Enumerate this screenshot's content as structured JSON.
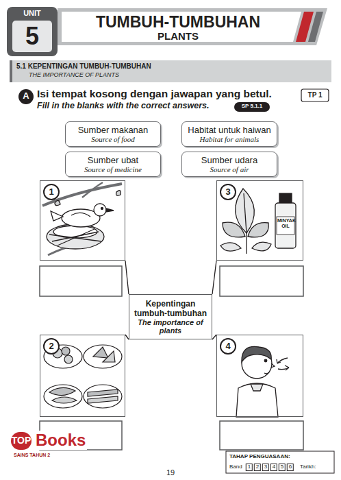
{
  "diagram": {
    "title": "TUMBUH-TUMBUHAN",
    "nodes": [
      {
        "text": [
          "Sumber makanan",
          "Source of food"
        ]
      },
      {
        "text": [
          "Habitat untuk haiwan",
          "Habitat for animals"
        ]
      },
      {
        "text": [
          "Sumber ubat",
          "Source of medicine"
        ]
      },
      {
        "text": [
          "Sumber udara",
          "Source of air"
        ]
      },
      {
        "text": [
          "1"
        ]
      },
      {
        "text": [
          "3"
        ]
      },
      {
        "text": [
          "Kepentingan tumbuh-tumbuhan",
          "The importance of plants"
        ]
      },
      {
        "text": [
          "2"
        ]
      },
      {
        "text": [
          "4"
        ]
      }
    ],
    "edges": [
      {
        "from": 6,
        "to": 4,
        "arrow": "none"
      },
      {
        "from": 6,
        "to": 5,
        "arrow": "none"
      },
      {
        "from": 6,
        "to": 7,
        "arrow": "none"
      },
      {
        "from": 6,
        "to": 8,
        "arrow": "none"
      }
    ],
    "labels": [
      "UNIT",
      "5",
      "PLANTS",
      "5.1 KEPENTINGAN TUMBUH-TUMBUHAN",
      "THE IMPORTANCE OF PLANTS",
      "A",
      "Isi tempat kosong dengan jawapan yang betul.",
      "Fill in the blanks with the correct answers.",
      "SP 5.1.1",
      "TP 1",
      "MINYAK OIL",
      "19",
      "TAHAP PENGUASAAN:",
      "Band",
      "1",
      "2",
      "3",
      "4",
      "5",
      "6",
      "Tarikh:",
      "TOP",
      "Books",
      "SAINS TAHUN 2"
    ]
  }
}
